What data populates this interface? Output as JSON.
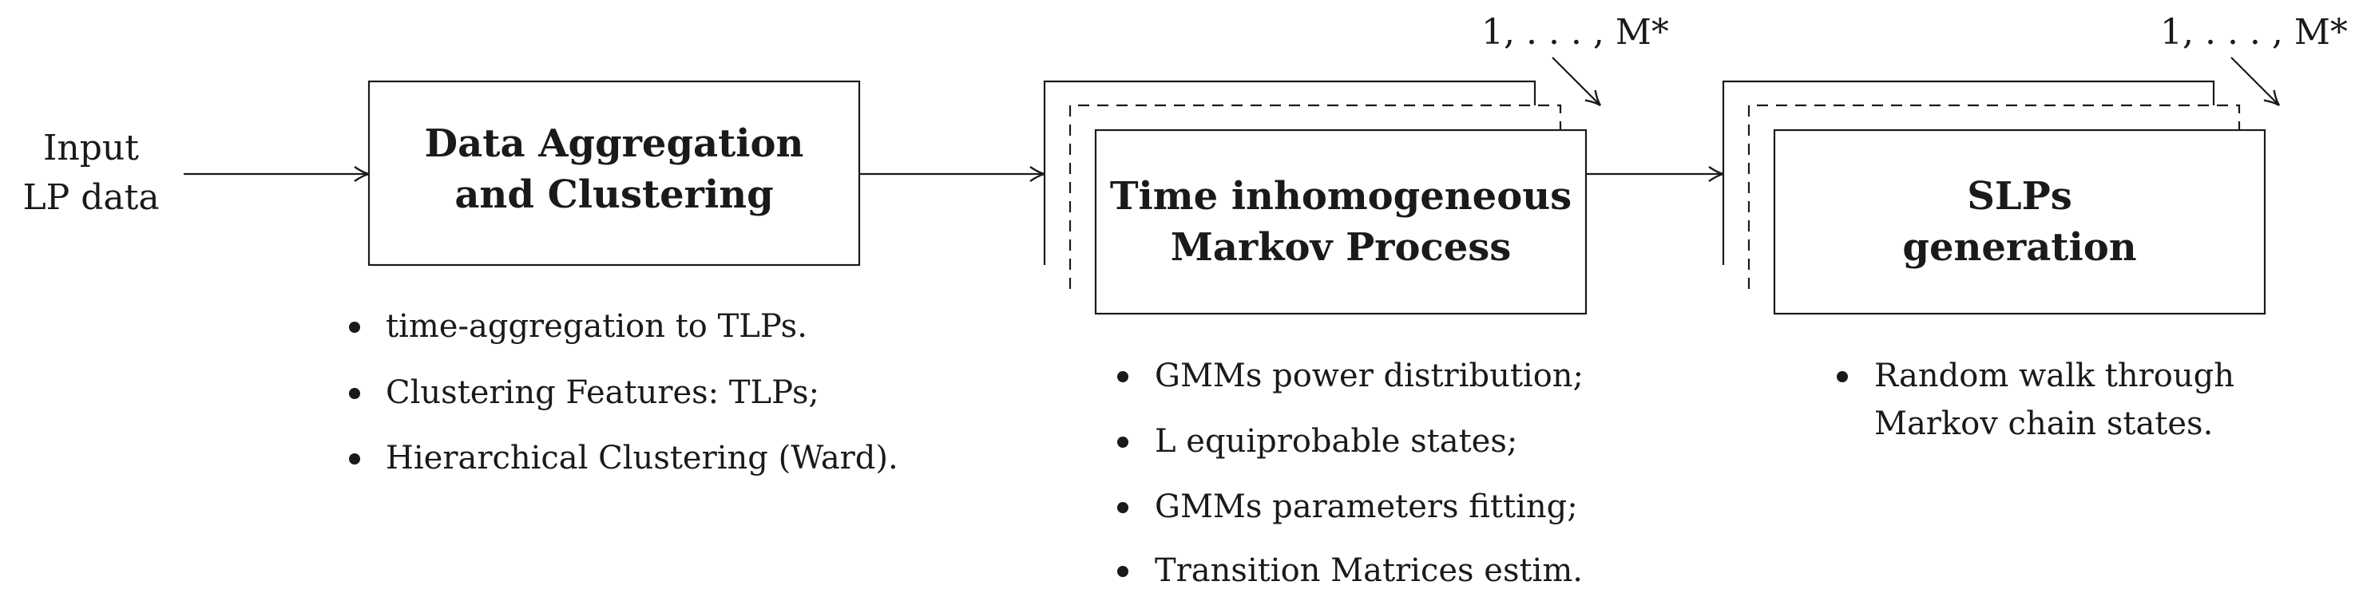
{
  "input": {
    "line1": "Input",
    "line2": "LP data"
  },
  "block1": {
    "title_line1": "Data Aggregation",
    "title_line2": "and Clustering",
    "bullets": [
      "time-aggregation to TLPs.",
      "Clustering Features: TLPs;",
      "Hierarchical Clustering (Ward)."
    ]
  },
  "block2": {
    "title_line1": "Time inhomogeneous",
    "title_line2": "Markov Process",
    "repeat_label": "1, . . . , M*",
    "bullets": [
      "GMMs power distribution;",
      "L equiprobable states;",
      "GMMs parameters fitting;",
      "Transition Matrices estim."
    ]
  },
  "block3": {
    "title_line1": "SLPs",
    "title_line2": "generation",
    "repeat_label": "1, . . . , M*",
    "bullets_line1": "Random walk through",
    "bullets_line2": "Markov chain states."
  },
  "colors": {
    "stroke": "#1a1a1a",
    "background": "#ffffff"
  }
}
